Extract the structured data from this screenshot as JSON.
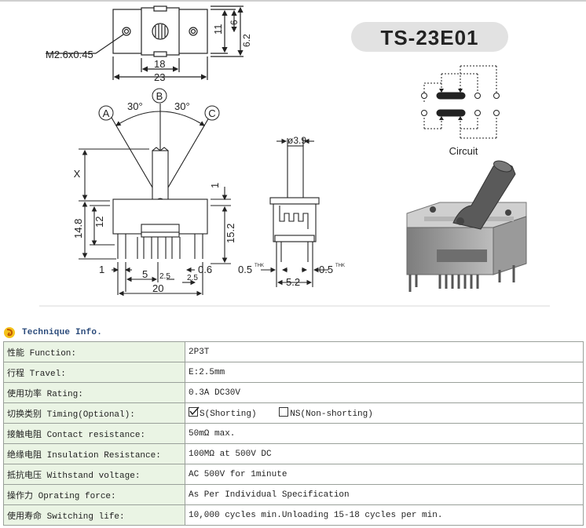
{
  "drawing": {
    "model": "TS-23E01",
    "screw_label": "M2.6x0.45",
    "circuit_label": "Circuit",
    "positions": [
      "A",
      "B",
      "C"
    ],
    "angle_left": "30°",
    "angle_right": "30°",
    "dims": {
      "top_width_18": "18",
      "top_width_23": "23",
      "top_h_11": "11",
      "top_h_6": "6",
      "top_h_62": "6.2",
      "x_label": "X",
      "h_12": "12",
      "h_148": "14.8",
      "h_1": "1",
      "h_152": "15.2",
      "w_1": "1",
      "w_5": "5",
      "w_25a": "2.5",
      "w_25b": "2.5",
      "w_06": "0.6",
      "w_20": "20",
      "dia_39": "ø3.9",
      "t_05a": "0.5",
      "t_05b": "0.5",
      "thk": "THK",
      "w_52": "5.2"
    }
  },
  "section": {
    "title": "Technique Info."
  },
  "spec": [
    {
      "label": "性能 Function:",
      "value": "2P3T"
    },
    {
      "label": "行程 Travel:",
      "value": "E:2.5mm"
    },
    {
      "label": "使用功率 Rating:",
      "value": "0.3A DC30V"
    },
    {
      "label": "切换类别 Timing(Optional):",
      "opt1": "S(Shorting)",
      "opt2": "NS(Non-shorting)"
    },
    {
      "label": "接触电阻 Contact resistance:",
      "value": "50mΩ max."
    },
    {
      "label": "绝缘电阻 Insulation Resistance:",
      "value": "100MΩ at 500V DC"
    },
    {
      "label": "抵抗电压 Withstand voltage:",
      "value": "AC 500V for 1minute"
    },
    {
      "label": "操作力 Oprating force:",
      "value": "As Per Individual Specification"
    },
    {
      "label": "使用寿命 Switching life:",
      "value": "10,000 cycles min.Unloading 15-18 cycles per min."
    }
  ]
}
